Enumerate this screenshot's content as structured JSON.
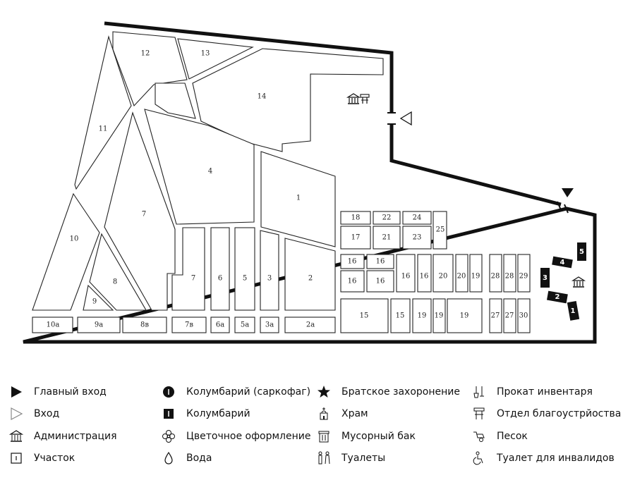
{
  "map": {
    "plots": [
      "12",
      "13",
      "14",
      "11",
      "4",
      "1",
      "7",
      "10",
      "8",
      "9",
      "10а",
      "9а",
      "8в",
      "7",
      "7в",
      "6",
      "6а",
      "5",
      "5а",
      "3",
      "3а",
      "2",
      "2а",
      "18",
      "22",
      "24",
      "17",
      "21",
      "23",
      "25",
      "16",
      "16",
      "16",
      "16",
      "16",
      "16",
      "20",
      "20",
      "19",
      "28",
      "28",
      "29",
      "15",
      "15",
      "19",
      "19",
      "19",
      "27",
      "27",
      "30"
    ],
    "columbaria": [
      "5",
      "4",
      "3",
      "2",
      "1"
    ]
  },
  "legend": {
    "col1": [
      "Главный вход",
      "Вход",
      "Администрация",
      "Участок"
    ],
    "col2": [
      "Колумбарий (саркофаг)",
      "Колумбарий",
      "Цветочное оформление",
      "Вода"
    ],
    "col3": [
      "Братское захоронение",
      "Храм",
      "Мусорный бак",
      "Туалеты"
    ],
    "col4": [
      "Прокат инвентаря",
      "Отдел благоустрйоства",
      "Песок",
      "Туалет для инвалидов"
    ]
  },
  "colors": {
    "ink": "#111111",
    "background": "#ffffff"
  }
}
